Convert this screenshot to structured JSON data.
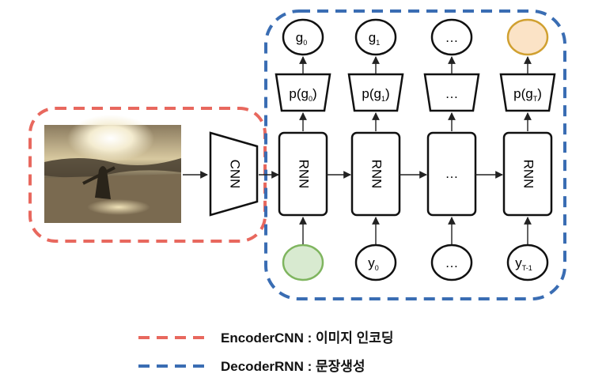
{
  "encoder": {
    "cnn_label": "CNN"
  },
  "decoder": {
    "rnn_labels": [
      "RNN",
      "RNN",
      "…",
      "RNN"
    ],
    "prob_labels": [
      {
        "main": "p(g",
        "sub": "0",
        "tail": ")"
      },
      {
        "main": "p(g",
        "sub": "1",
        "tail": ")"
      },
      {
        "main": "…",
        "sub": "",
        "tail": ""
      },
      {
        "main": "p(g",
        "sub": "T",
        "tail": ")"
      }
    ],
    "output_labels": [
      {
        "main": "g",
        "sub": "0"
      },
      {
        "main": "g",
        "sub": "1"
      },
      {
        "main": "…",
        "sub": ""
      },
      {
        "main": "",
        "sub": ""
      }
    ],
    "input_labels": [
      {
        "main": "",
        "sub": ""
      },
      {
        "main": "y",
        "sub": "0"
      },
      {
        "main": "…",
        "sub": ""
      },
      {
        "main": "y",
        "sub": "T-1"
      }
    ]
  },
  "legend": [
    {
      "text": "EncoderCNN : 이미지 인코딩",
      "color": "#e8685e"
    },
    {
      "text": "DecoderRNN : 문장생성",
      "color": "#3a6db3"
    }
  ],
  "colors": {
    "encoder_border": "#e8685e",
    "decoder_border": "#3a6db3",
    "start_token_fill": "#d8ead0",
    "start_token_stroke": "#7fb55f",
    "end_token_fill": "#fbe3c6",
    "end_token_stroke": "#d0a030"
  }
}
